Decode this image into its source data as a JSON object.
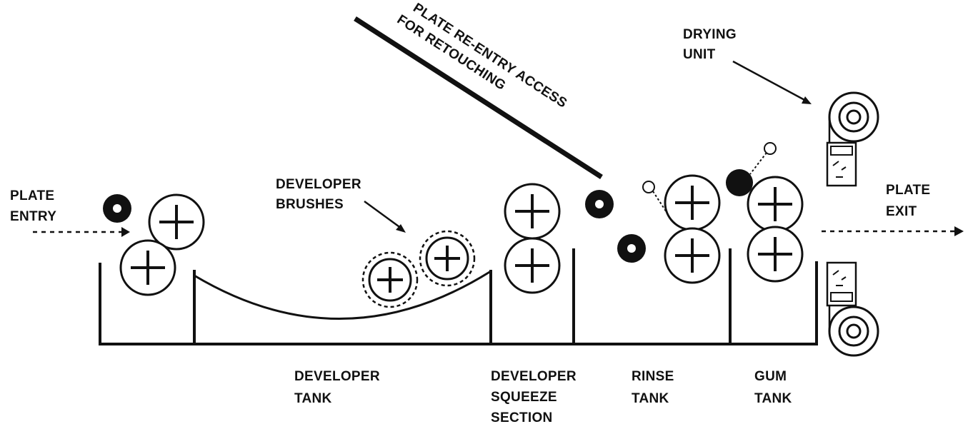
{
  "labels": {
    "plate_entry": [
      "PLATE",
      "ENTRY"
    ],
    "developer_brushes": [
      "DEVELOPER",
      "BRUSHES"
    ],
    "reentry": [
      "PLATE RE-ENTRY ACCESS",
      "FOR RETOUCHING"
    ],
    "drying_unit": [
      "DRYING",
      "UNIT"
    ],
    "plate_exit": [
      "PLATE",
      "EXIT"
    ],
    "developer_tank": [
      "DEVELOPER",
      "TANK"
    ],
    "developer_squeeze": [
      "DEVELOPER",
      "SQUEEZE",
      "SECTION"
    ],
    "rinse_tank": [
      "RINSE",
      "TANK"
    ],
    "gum_tank": [
      "GUM",
      "TANK"
    ]
  }
}
